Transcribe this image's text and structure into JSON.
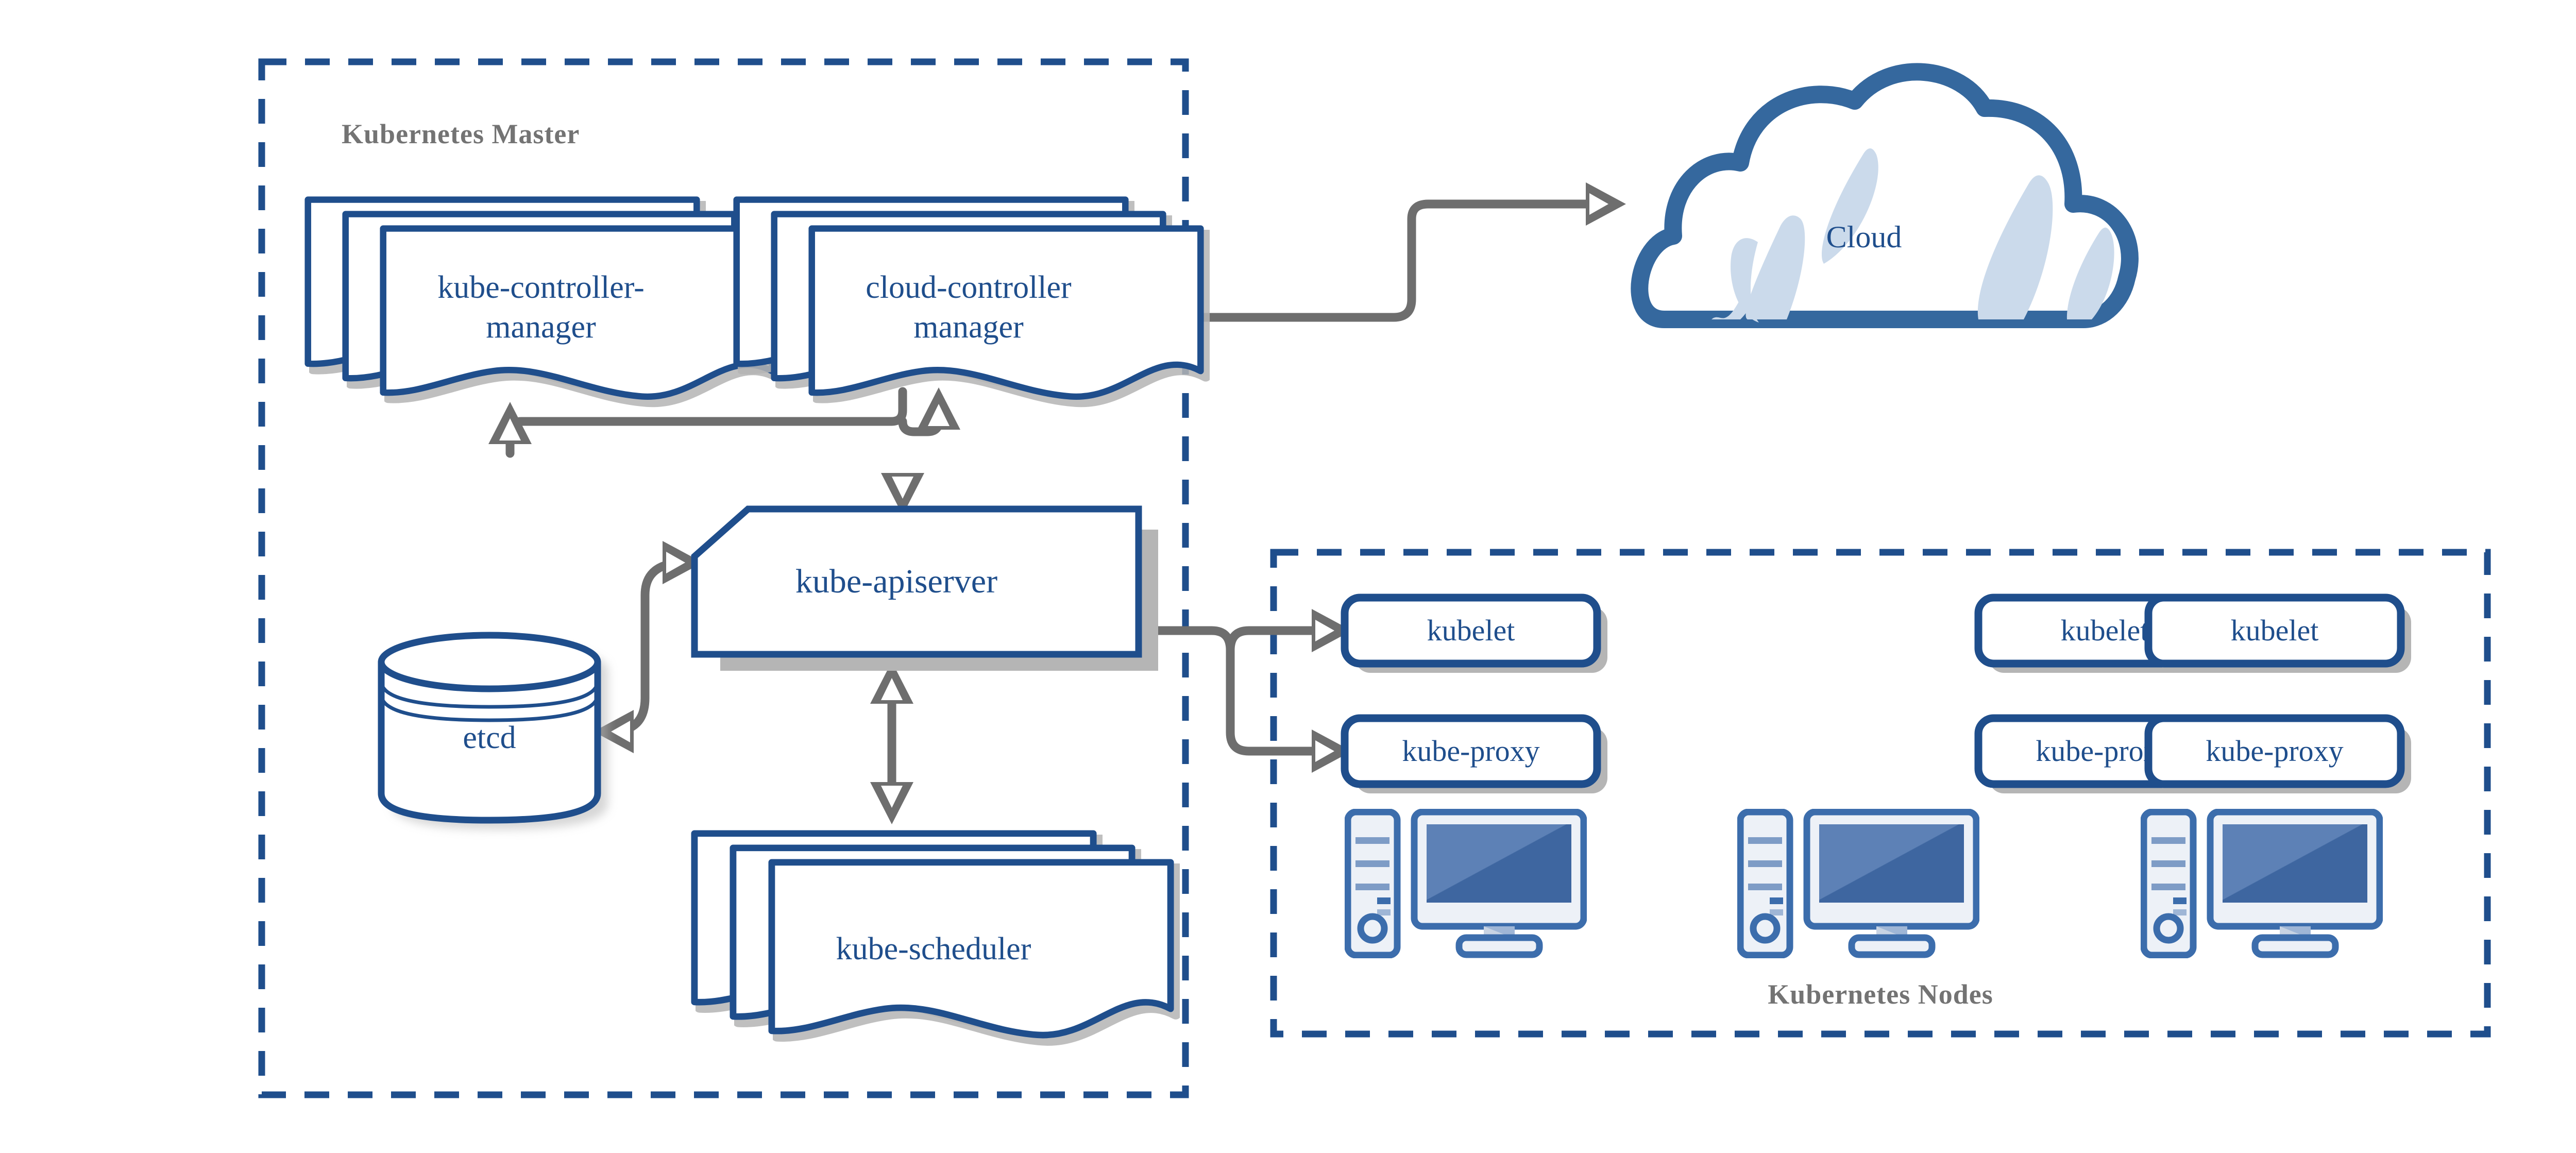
{
  "theme": {
    "background": "#ffffff",
    "shape_stroke": "#1F4E8C",
    "boundary_stroke": "#1F4E8C",
    "connector": "#6E6E6E",
    "shadow": "#B5B5B5",
    "zone_label": "#737373",
    "cloud_stroke": "#35689E",
    "cloud_shade": "#CBDAEB",
    "icon_blue": "#3C6DAC",
    "icon_screen": "#40679F",
    "icon_screen_light": "#5A7FB4",
    "icon_body": "#EDF1F7"
  },
  "zones": {
    "master": {
      "title": "Kubernetes Master"
    },
    "nodes": {
      "title": "Kubernetes Nodes"
    }
  },
  "master_components": {
    "kube_controller_manager": {
      "line1": "kube-controller-",
      "line2": "manager"
    },
    "cloud_controller_manager": {
      "line1": "cloud-controller",
      "line2": "manager"
    },
    "kube_apiserver": {
      "label": "kube-apiserver"
    },
    "etcd": {
      "label": "etcd"
    },
    "kube_scheduler": {
      "label": "kube-scheduler"
    }
  },
  "cloud": {
    "label": "Cloud"
  },
  "nodes": [
    {
      "kubelet": "kubelet",
      "kube_proxy": "kube-proxy",
      "icon": "computer-icon"
    },
    {
      "kubelet": "kubelet",
      "kube_proxy": "kube-proxy",
      "icon": "computer-icon"
    },
    {
      "kubelet": "kubelet",
      "kube_proxy": "kube-proxy",
      "icon": "computer-icon"
    }
  ],
  "connectors": [
    {
      "name": "apiserver-to-kube-controller-manager",
      "direction": "bidirectional"
    },
    {
      "name": "apiserver-to-cloud-controller-manager",
      "direction": "bidirectional"
    },
    {
      "name": "cloud-controller-manager-to-cloud",
      "direction": "one-way"
    },
    {
      "name": "apiserver-to-etcd",
      "direction": "bidirectional"
    },
    {
      "name": "apiserver-to-kube-scheduler",
      "direction": "bidirectional"
    },
    {
      "name": "apiserver-to-kubelet",
      "direction": "bidirectional"
    },
    {
      "name": "apiserver-to-kube-proxy",
      "direction": "bidirectional"
    }
  ]
}
